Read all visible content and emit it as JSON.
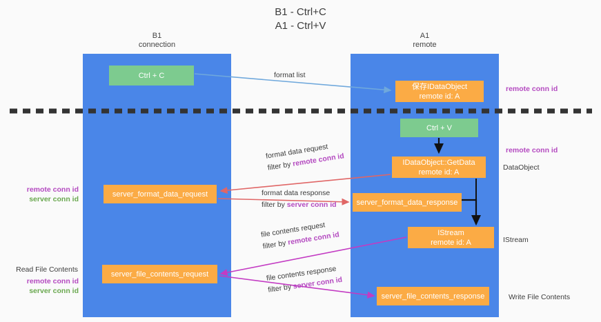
{
  "title": {
    "line1": "B1 - Ctrl+C",
    "line2": "A1 - Ctrl+V"
  },
  "lanes": [
    {
      "id": "b1",
      "name": "B1",
      "sub": "connection"
    },
    {
      "id": "a1",
      "name": "A1",
      "sub": "remote"
    }
  ],
  "nodes": {
    "ctrl_c": {
      "label": "Ctrl + C",
      "sub": "",
      "color": "#7dcb8f"
    },
    "save_idataobject": {
      "label": "保存IDataObject",
      "sub": "remote id: A",
      "color": "#fbab45"
    },
    "ctrl_v": {
      "label": "Ctrl + V",
      "sub": "",
      "color": "#7dcb8f"
    },
    "getdata": {
      "label": "IDataObject::GetData",
      "sub": "remote id: A",
      "color": "#fbab45"
    },
    "server_format_data_request": {
      "label": "server_format_data_request",
      "sub": "",
      "color": "#fbab45"
    },
    "server_format_data_response": {
      "label": "server_format_data_response",
      "sub": "",
      "color": "#fbab45"
    },
    "istream": {
      "label": "IStream",
      "sub": "remote id: A",
      "color": "#fbab45"
    },
    "server_file_contents_request": {
      "label": "server_file_contents_request",
      "sub": "",
      "color": "#fbab45"
    },
    "server_file_contents_response": {
      "label": "server_file_contents_response",
      "sub": "",
      "color": "#fbab45"
    }
  },
  "edge_labels": {
    "format_list": {
      "line1": "format list",
      "line2": "",
      "line2_accent": ""
    },
    "format_data_request": {
      "line1": "format data request",
      "line2_prefix": "filter by ",
      "line2_accent": "remote conn id"
    },
    "format_data_response": {
      "line1": "format data response",
      "line2_prefix": "filter by ",
      "line2_accent": "server conn id"
    },
    "file_contents_request": {
      "line1": "file contents request",
      "line2_prefix": "filter by ",
      "line2_accent": "remote conn id"
    },
    "file_contents_response": {
      "line1": "file contents response",
      "line2_prefix": "filter by ",
      "line2_accent": "server conn id"
    }
  },
  "side_labels": {
    "right_remote_conn_id_top": "remote conn id",
    "right_remote_conn_id_mid": "remote conn id",
    "right_dataobject": "DataObject",
    "right_istream": "IStream",
    "right_write_file_contents": "Write File Contents",
    "left_remote_conn_id_1": "remote conn id",
    "left_server_conn_id_1": "server conn id",
    "left_read_file_contents": "Read File Contents",
    "left_remote_conn_id_2": "remote conn id",
    "left_server_conn_id_2": "server conn id"
  },
  "colors": {
    "lane": "#4a86e8",
    "green_node": "#7dcb8f",
    "orange_node": "#fbab45",
    "accent_purple": "#b44ac0",
    "accent_green": "#6aa84f",
    "arrow_blue": "#6fa8dc",
    "arrow_red": "#e06666",
    "arrow_magenta": "#c33bc3",
    "arrow_black": "#000000",
    "divider": "#333333",
    "background": "#fafafa"
  }
}
